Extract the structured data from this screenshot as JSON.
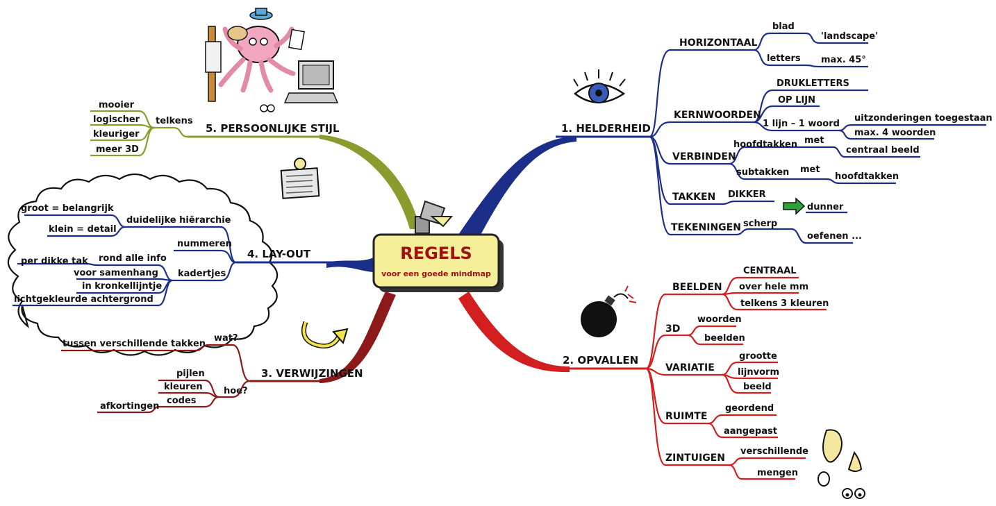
{
  "colors": {
    "blue": "#1b2f8a",
    "red": "#d21e1e",
    "olive": "#8c9a2e",
    "darkred": "#8c1a1a",
    "central_fill": "#f4ef98",
    "central_border": "#222222"
  },
  "central": {
    "title": "REGELS",
    "subtitle": "voor een goede mindmap"
  },
  "branches": {
    "helderheid": {
      "label": "1. HELDERHEID",
      "horizontaal": "HORIZONTAAL",
      "blad": "blad",
      "landscape": "'landscape'",
      "letters": "letters",
      "max45": "max. 45°",
      "kernwoorden": "KERNWOORDEN",
      "drukletters": "DRUKLETTERS",
      "oplijn": "OP LIJN",
      "eenlijn": "1 lijn – 1 woord",
      "uitzonderingen": "uitzonderingen toegestaan",
      "max4": "max. 4 woorden",
      "verbinden": "VERBINDEN",
      "hoofdtakken": "hoofdtakken",
      "met1": "met",
      "centraal_beeld": "centraal beeld",
      "subtakken": "subtakken",
      "met2": "met",
      "hoofdtakken2": "hoofdtakken",
      "takken": "TAKKEN",
      "dikker": "DIKKER",
      "dunner": "dunner",
      "tekeningen": "TEKENINGEN",
      "scherp": "scherp",
      "oefenen": "oefenen ..."
    },
    "opvallen": {
      "label": "2. OPVALLEN",
      "beelden": "BEELDEN",
      "centraal": "CENTRAAL",
      "over_hele_mm": "over hele mm",
      "telkens3": "telkens 3 kleuren",
      "d3": "3D",
      "woorden": "woorden",
      "beelden_sub": "beelden",
      "variatie": "VARIATIE",
      "grootte": "grootte",
      "lijnvorm": "lijnvorm",
      "beeld": "beeld",
      "ruimte": "RUIMTE",
      "geordend": "geordend",
      "aangepast": "aangepast",
      "zintuigen": "ZINTUIGEN",
      "verschillende": "verschillende",
      "mengen": "mengen"
    },
    "verwijzingen": {
      "label": "3. VERWIJZINGEN",
      "wat": "wat?",
      "tussen": "tussen verschillende takken",
      "hoe": "hoe?",
      "pijlen": "pijlen",
      "kleuren": "kleuren",
      "codes": "codes",
      "afkortingen": "afkortingen"
    },
    "layout": {
      "label": "4. LAY-OUT",
      "duidelijke": "duidelijke hiërarchie",
      "groot": "groot = belangrijk",
      "klein": "klein = detail",
      "nummeren": "nummeren",
      "kadertjes": "kadertjes",
      "rond": "rond alle info",
      "perdikke": "per dikke tak",
      "samenhang": "voor samenhang",
      "kronkel": "in kronkellijntje",
      "achtergrond": "lichtgekleurde achtergrond"
    },
    "stijl": {
      "label": "5. PERSOONLIJKE STIJL",
      "telkens": "telkens",
      "mooier": "mooier",
      "logischer": "logischer",
      "kleuriger": "kleuriger",
      "meer3d": "meer 3D"
    }
  }
}
